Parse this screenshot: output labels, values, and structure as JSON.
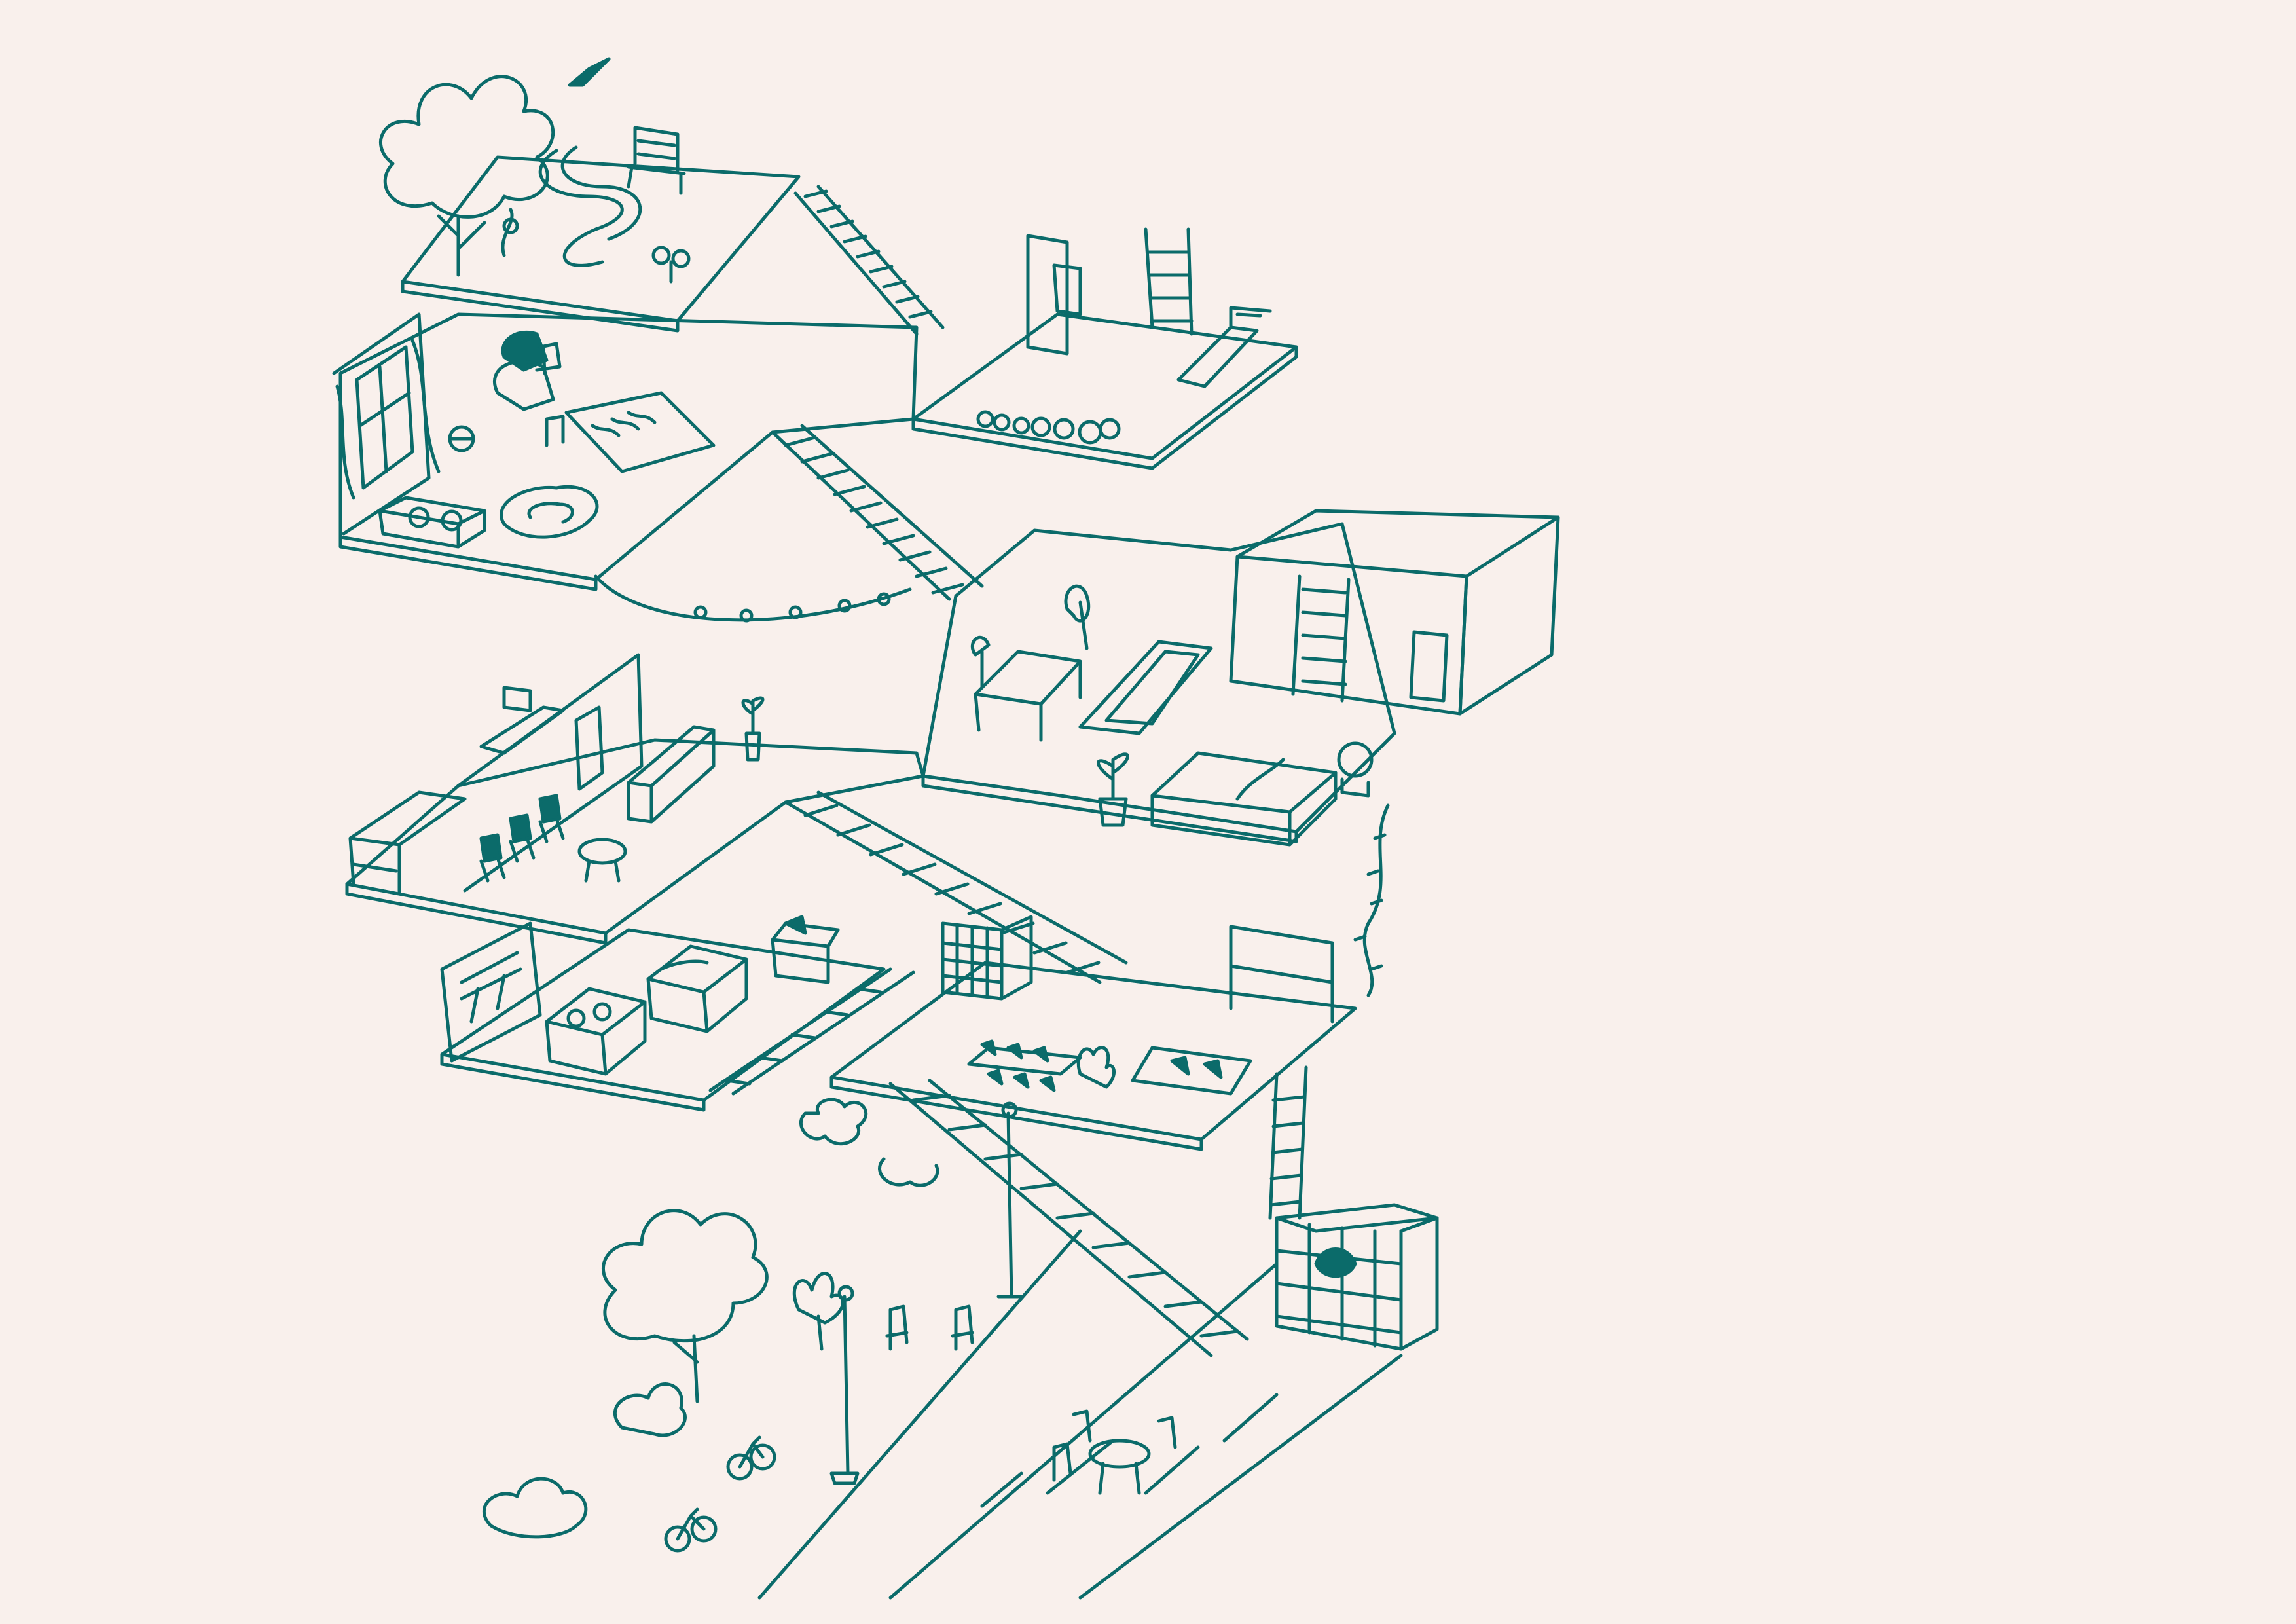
{
  "colors": {
    "background": "#F9F0EC",
    "ink": "#0B6B6A"
  },
  "scene": {
    "style": "hand-drawn isometric line sketch",
    "elements": [
      "rooftop-garden",
      "bird-icon",
      "bench-icon",
      "treadmill-icon",
      "ladder-icon",
      "lounge-floor",
      "bedroom-floor",
      "office-floor",
      "kitchen-floor",
      "coworking-floor",
      "cafe-storefront",
      "street",
      "bicycle-icon",
      "street-lamp-icon",
      "cafe-table-icon",
      "tree-icon",
      "stairs-icon"
    ]
  }
}
